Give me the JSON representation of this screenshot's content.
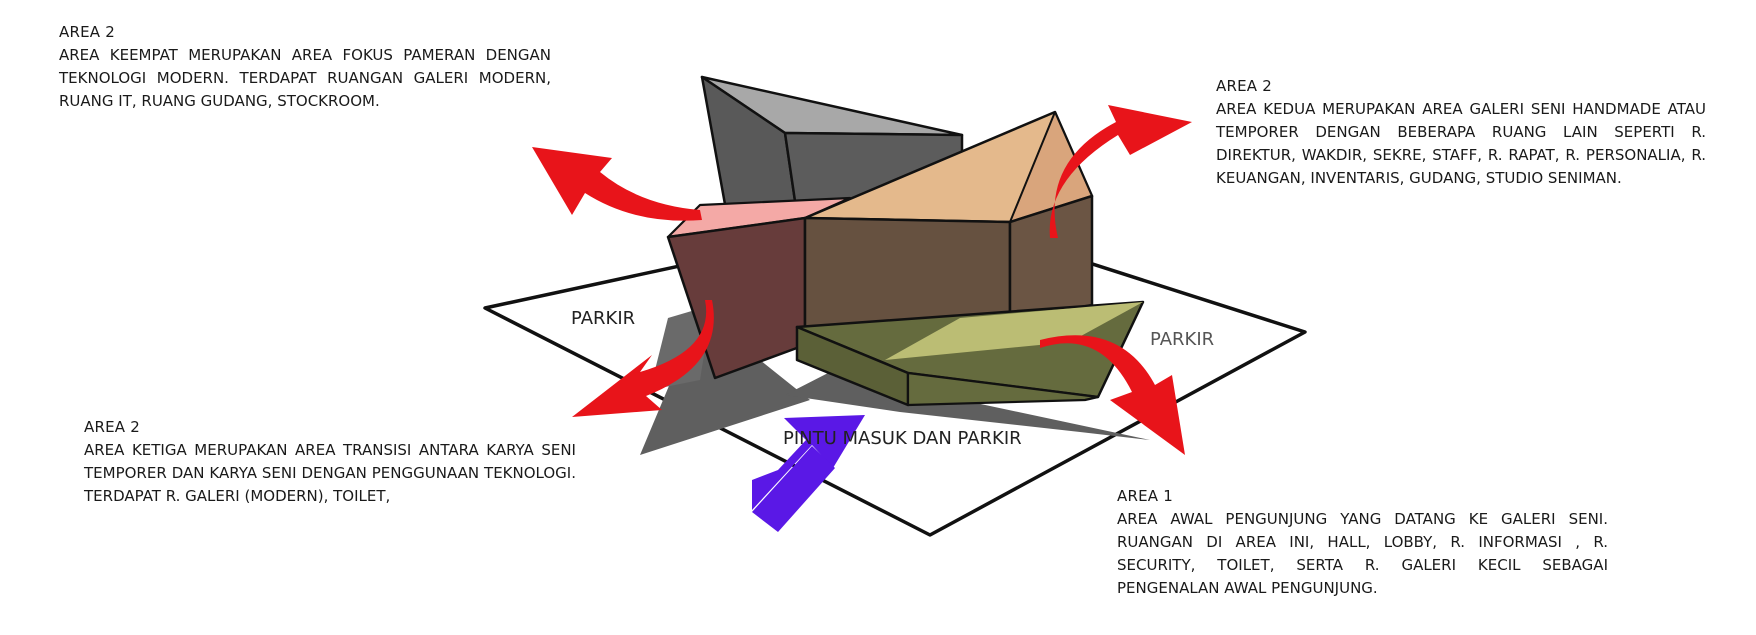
{
  "areas": {
    "top_left": {
      "title": "AREA 2",
      "description": "AREA KEEMPAT MERUPAKAN AREA FOKUS PAMERAN DENGAN TEKNOLOGI MODERN. TERDAPAT RUANGAN GALERI MODERN, RUANG IT, RUANG GUDANG, STOCKROOM."
    },
    "top_right": {
      "title": "AREA 2",
      "description": "AREA KEDUA MERUPAKAN AREA GALERI SENI HANDMADE ATAU TEMPORER DENGAN BEBERAPA RUANG LAIN SEPERTI R. DIREKTUR, WAKDIR, SEKRE, STAFF, R. RAPAT, R. PERSONALIA, R. KEUANGAN, INVENTARIS, GUDANG, STUDIO SENIMAN."
    },
    "middle_left": {
      "title": "AREA 2",
      "description": "AREA KETIGA MERUPAKAN AREA TRANSISI ANTARA KARYA SENI TEMPORER DAN KARYA SENI DENGAN PENGGUNAAN TEKNOLOGI. TERDAPAT R. GALERI (MODERN), TOILET,"
    },
    "bottom_right": {
      "title": "AREA 1",
      "description": "AREA AWAL PENGUNJUNG YANG DATANG KE GALERI SENI. RUANGAN DI AREA INI, HALL, LOBBY, R. INFORMASI , R. SECURITY, TOILET, SERTA R. GALERI KECIL SEBAGAI PENGENALAN AWAL PENGUNJUNG."
    }
  },
  "site_labels": {
    "parking_left": "PARKIR",
    "parking_right": "PARKIR",
    "entrance": "PINTU MASUK DAN PARKIR"
  },
  "colors": {
    "arrow_red": "#e8141a",
    "entrance_arrow": "#5a18e6",
    "volume_grey": "#5b5b5b",
    "volume_pink": "#6a3a3a",
    "volume_tan": "#e5b98c",
    "volume_brown": "#665140",
    "volume_olive": "#656b3e",
    "volume_olive_light": "#bbbd74"
  }
}
